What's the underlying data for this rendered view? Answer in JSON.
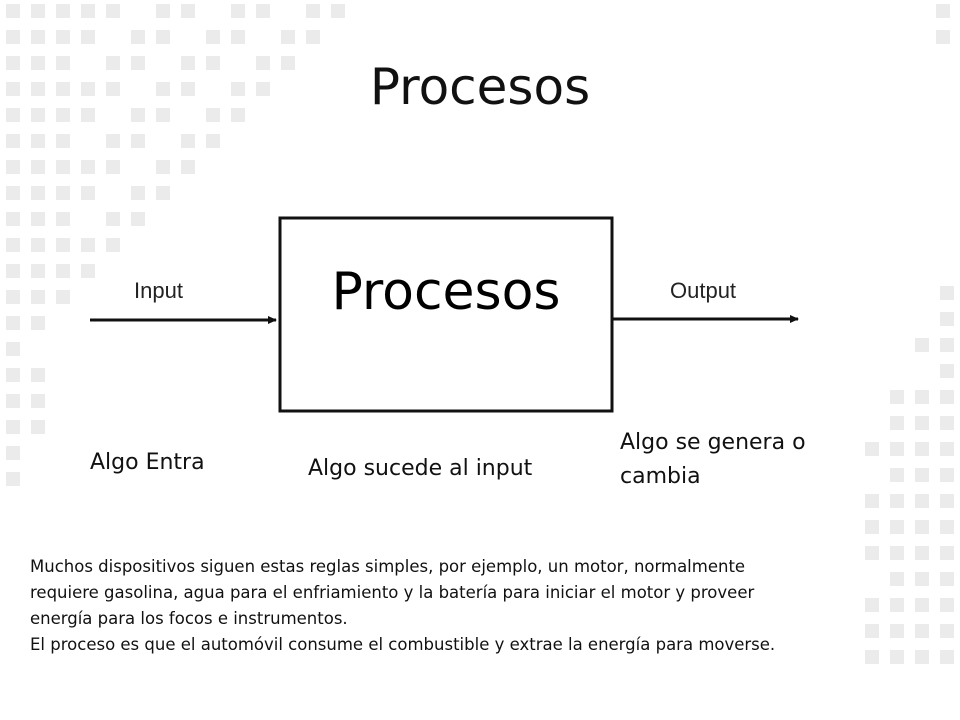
{
  "title": "Procesos",
  "diagram": {
    "input_label": "Input",
    "box_label": "Procesos",
    "output_label": "Output",
    "caption_input": "Algo Entra",
    "caption_process": "Algo sucede al input",
    "caption_output": "Algo se genera o cambia"
  },
  "body_lines": [
    "Muchos dispositivos siguen estas reglas simples, por ejemplo, un motor, normalmente",
    "requiere gasolina, agua para el enfriamiento y la batería para iniciar el motor y proveer",
    " energía para los focos e instrumentos.",
    "El proceso es que el automóvil consume el combustible y extrae la energía para moverse."
  ],
  "colors": {
    "decor_square": "#ebebeb",
    "stroke": "#111111"
  }
}
